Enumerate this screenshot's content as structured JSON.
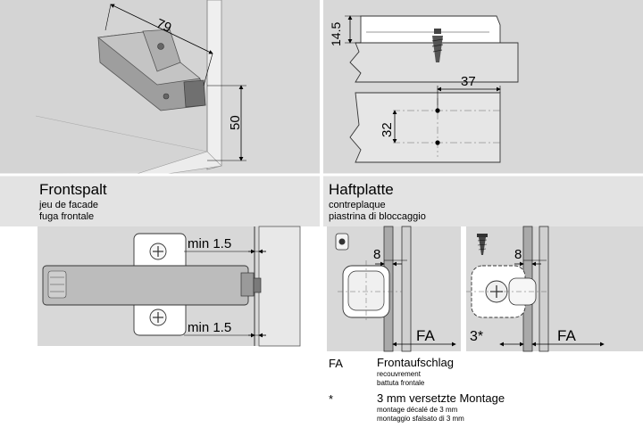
{
  "dimensions": {
    "top_left_width": "79",
    "top_left_height": "50",
    "top_right_height": "14.5",
    "top_right_width": "37",
    "top_right_hole_spacing": "32",
    "front_gap_upper": "min 1.5",
    "front_gap_lower": "min 1.5",
    "plate_left_offset": "8",
    "plate_right_offset": "8",
    "overlay_left": "FA",
    "shift_3mm": "3*",
    "overlay_right": "FA"
  },
  "sections": {
    "frontspalt": {
      "title": "Frontspalt",
      "sub_fr": "jeu de facade",
      "sub_it": "fuga frontale"
    },
    "haftplatte": {
      "title": "Haftplatte",
      "sub_fr": "contreplaque",
      "sub_it": "piastrina di bloccaggio"
    }
  },
  "legend": [
    {
      "key": "FA",
      "main": "Frontaufschlag",
      "fr": "recouvrement",
      "it": "battuta frontale"
    },
    {
      "key": "*",
      "main": "3 mm versetzte Montage",
      "fr": "montage décalé de 3 mm",
      "it": "montaggio sfalsato di 3 mm"
    }
  ],
  "colors": {
    "panel_gray": "#d8d8d8",
    "header_gray": "#e3e3e3",
    "part_gray": "#bcbcbc",
    "divider": "#9a9a9a"
  },
  "icons": [
    "mounting-plate-clip-icon",
    "screw-icon"
  ]
}
